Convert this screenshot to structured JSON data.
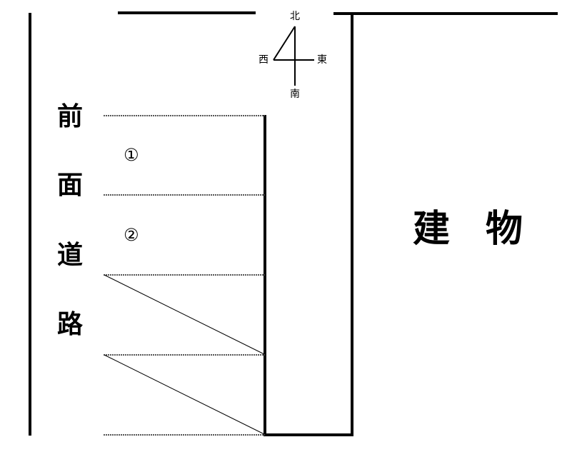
{
  "diagram": {
    "road_label": [
      "前",
      "面",
      "道",
      "路"
    ],
    "spots": [
      {
        "label": "①"
      },
      {
        "label": "②"
      }
    ],
    "building_label": [
      "建",
      "物"
    ],
    "compass": {
      "north": "北",
      "south": "南",
      "east": "東",
      "west": "西"
    }
  }
}
